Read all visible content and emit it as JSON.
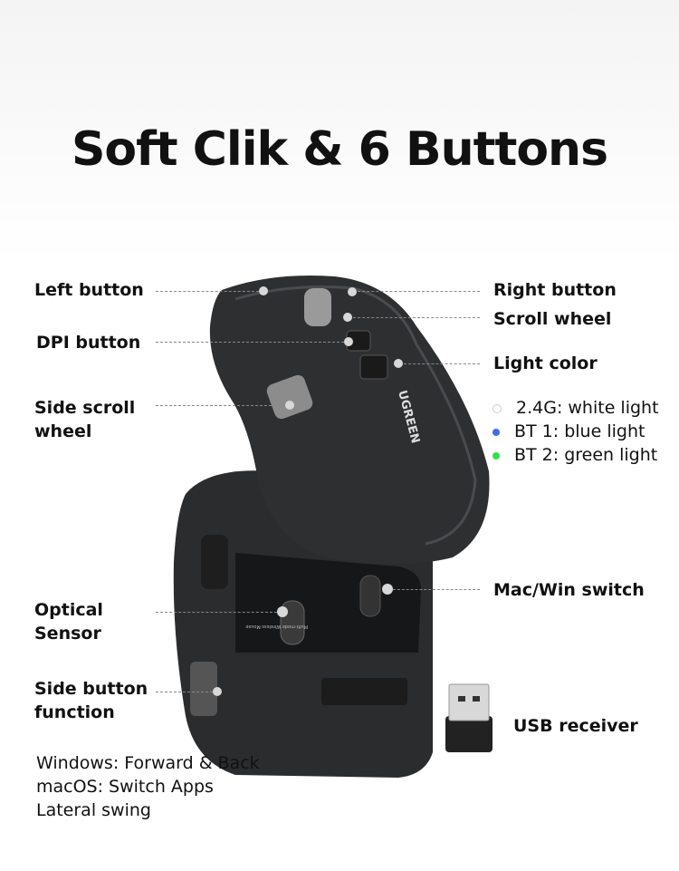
{
  "title": "Soft Clik & 6 Buttons",
  "labels": {
    "left_button": "Left button",
    "right_button": "Right button",
    "scroll_wheel": "Scroll wheel",
    "dpi_button": "DPI button",
    "light_color": "Light color",
    "side_scroll_wheel_1": "Side scroll",
    "side_scroll_wheel_2": "wheel",
    "mac_win_switch": "Mac/Win switch",
    "optical_sensor_1": "Optical",
    "optical_sensor_2": "Sensor",
    "side_button_1": "Side button",
    "side_button_2": "function",
    "usb_receiver": "USB receiver"
  },
  "light_legend": [
    {
      "text": "2.4G: white light",
      "color": "#ffffff"
    },
    {
      "text": "BT 1: blue light",
      "color": "#4169f0"
    },
    {
      "text": "BT 2: green light",
      "color": "#2ee24a"
    }
  ],
  "side_button_notes": [
    "Windows: Forward & Back",
    "macOS: Switch Apps",
    "Lateral swing"
  ],
  "brand_logo": "UGREEN"
}
